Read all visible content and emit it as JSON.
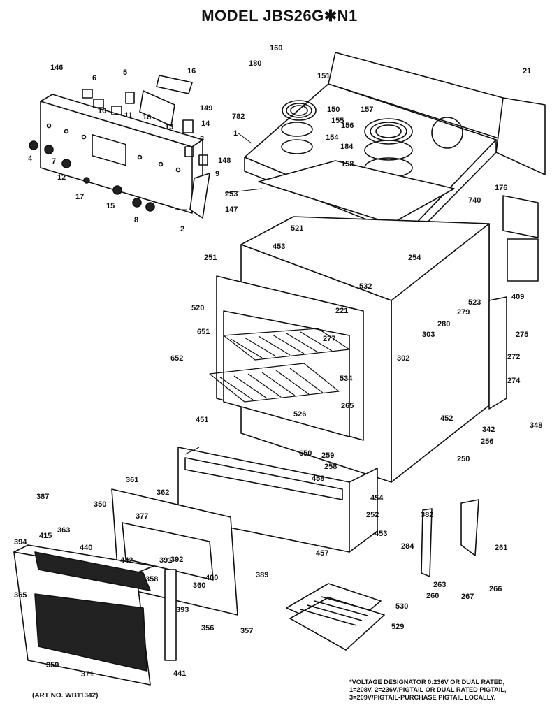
{
  "title": "MODEL JBS26G✱N1",
  "art_number": "(ART NO. WB11342)",
  "footnote": [
    "*VOLTAGE DESIGNATOR 0:236V OR DUAL RATED,",
    "1=208V, 2=236V/PIGTAIL OR DUAL RATED PIGTAIL,",
    "3=209V/PIGTAIL-PURCHASE PIGTAIL LOCALLY."
  ],
  "callouts": [
    "146",
    "6",
    "5",
    "16",
    "160",
    "180",
    "151",
    "21",
    "149",
    "18",
    "11",
    "10",
    "13",
    "14",
    "782",
    "150",
    "157",
    "155",
    "156",
    "154",
    "184",
    "158",
    "3",
    "148",
    "9",
    "4",
    "7",
    "12",
    "17",
    "15",
    "8",
    "147",
    "2",
    "1",
    "253",
    "740",
    "176",
    "521",
    "453",
    "251",
    "254",
    "532",
    "523",
    "409",
    "520",
    "221",
    "279",
    "280",
    "651",
    "277",
    "303",
    "275",
    "652",
    "534",
    "302",
    "272",
    "274",
    "348",
    "265",
    "526",
    "451",
    "452",
    "342",
    "256",
    "650",
    "259",
    "258",
    "250",
    "361",
    "362",
    "458",
    "387",
    "350",
    "377",
    "454",
    "252",
    "382",
    "363",
    "415",
    "440",
    "394",
    "442",
    "391",
    "392",
    "400",
    "360",
    "453",
    "457",
    "284",
    "261",
    "358",
    "389",
    "263",
    "266",
    "365",
    "393",
    "530",
    "260",
    "267",
    "356",
    "357",
    "529",
    "359",
    "371",
    "441"
  ]
}
